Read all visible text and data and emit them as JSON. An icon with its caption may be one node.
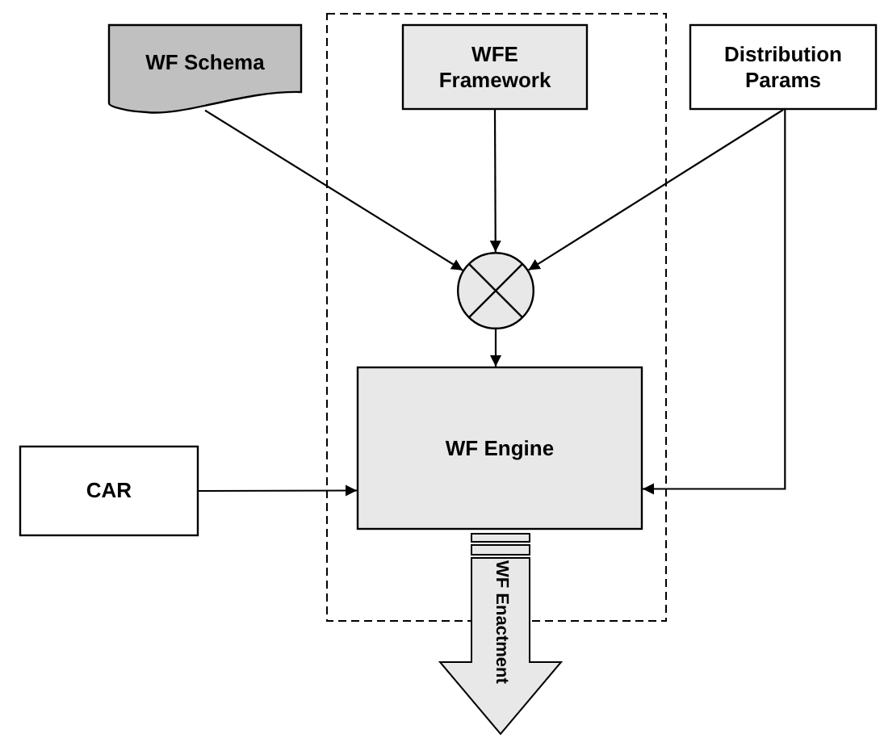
{
  "diagram": {
    "nodes": [
      {
        "text": [],
        "shape": "box"
      },
      {
        "text": [
          "WF Schema"
        ]
      },
      {
        "text": [
          "WFE Framework"
        ],
        "in": 0
      },
      {
        "text": [
          "Distribution Params"
        ]
      },
      {
        "text": [],
        "shape": "circle",
        "in": 0
      },
      {
        "text": [
          "CAR"
        ]
      },
      {
        "text": [
          "WF Engine"
        ],
        "in": 0
      },
      {
        "text": [
          "WF Enactment"
        ]
      }
    ],
    "edges": [
      {
        "from": 1,
        "to": 4,
        "arrow": "to"
      },
      {
        "from": 2,
        "to": 4,
        "arrow": "to"
      },
      {
        "from": 3,
        "to": 4,
        "arrow": "to"
      },
      {
        "from": 4,
        "to": 6,
        "arrow": "to"
      },
      {
        "from": 5,
        "to": 6,
        "arrow": "to"
      },
      {
        "from": 3,
        "to": 6,
        "arrow": "to"
      }
    ]
  }
}
